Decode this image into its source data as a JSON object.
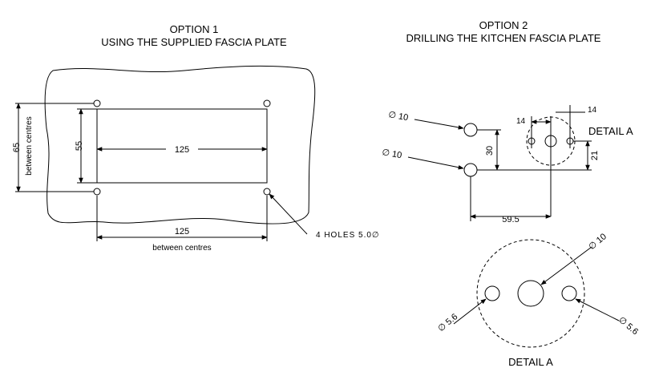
{
  "option1": {
    "heading": "OPTION 1",
    "subheading": "USING THE SUPPLIED FASCIA PLATE",
    "dim_65": "65",
    "between_centres_vertical": "between centres",
    "dim_55": "55",
    "dim_125_inner": "125",
    "dim_125_outer": "125",
    "between_centres_horizontal": "between centres",
    "holes_callout": "4 HOLES 5.0∅"
  },
  "option2": {
    "heading": "OPTION 2",
    "subheading": "DRILLING THE KITCHEN FASCIA PLATE",
    "dia10_top": "∅ 10",
    "dia10_bottom": "∅ 10",
    "dim_30": "30",
    "dim_14_left": "14",
    "dim_14_right": "14",
    "dim_21": "21",
    "dim_59_5": "59.5",
    "detail_label": "DETAIL A"
  },
  "detail": {
    "dia10": "∅ 10",
    "dia5_6_left": "∅ 5.6",
    "dia5_6_right": "∅ 5.6",
    "caption": "DETAIL A"
  }
}
